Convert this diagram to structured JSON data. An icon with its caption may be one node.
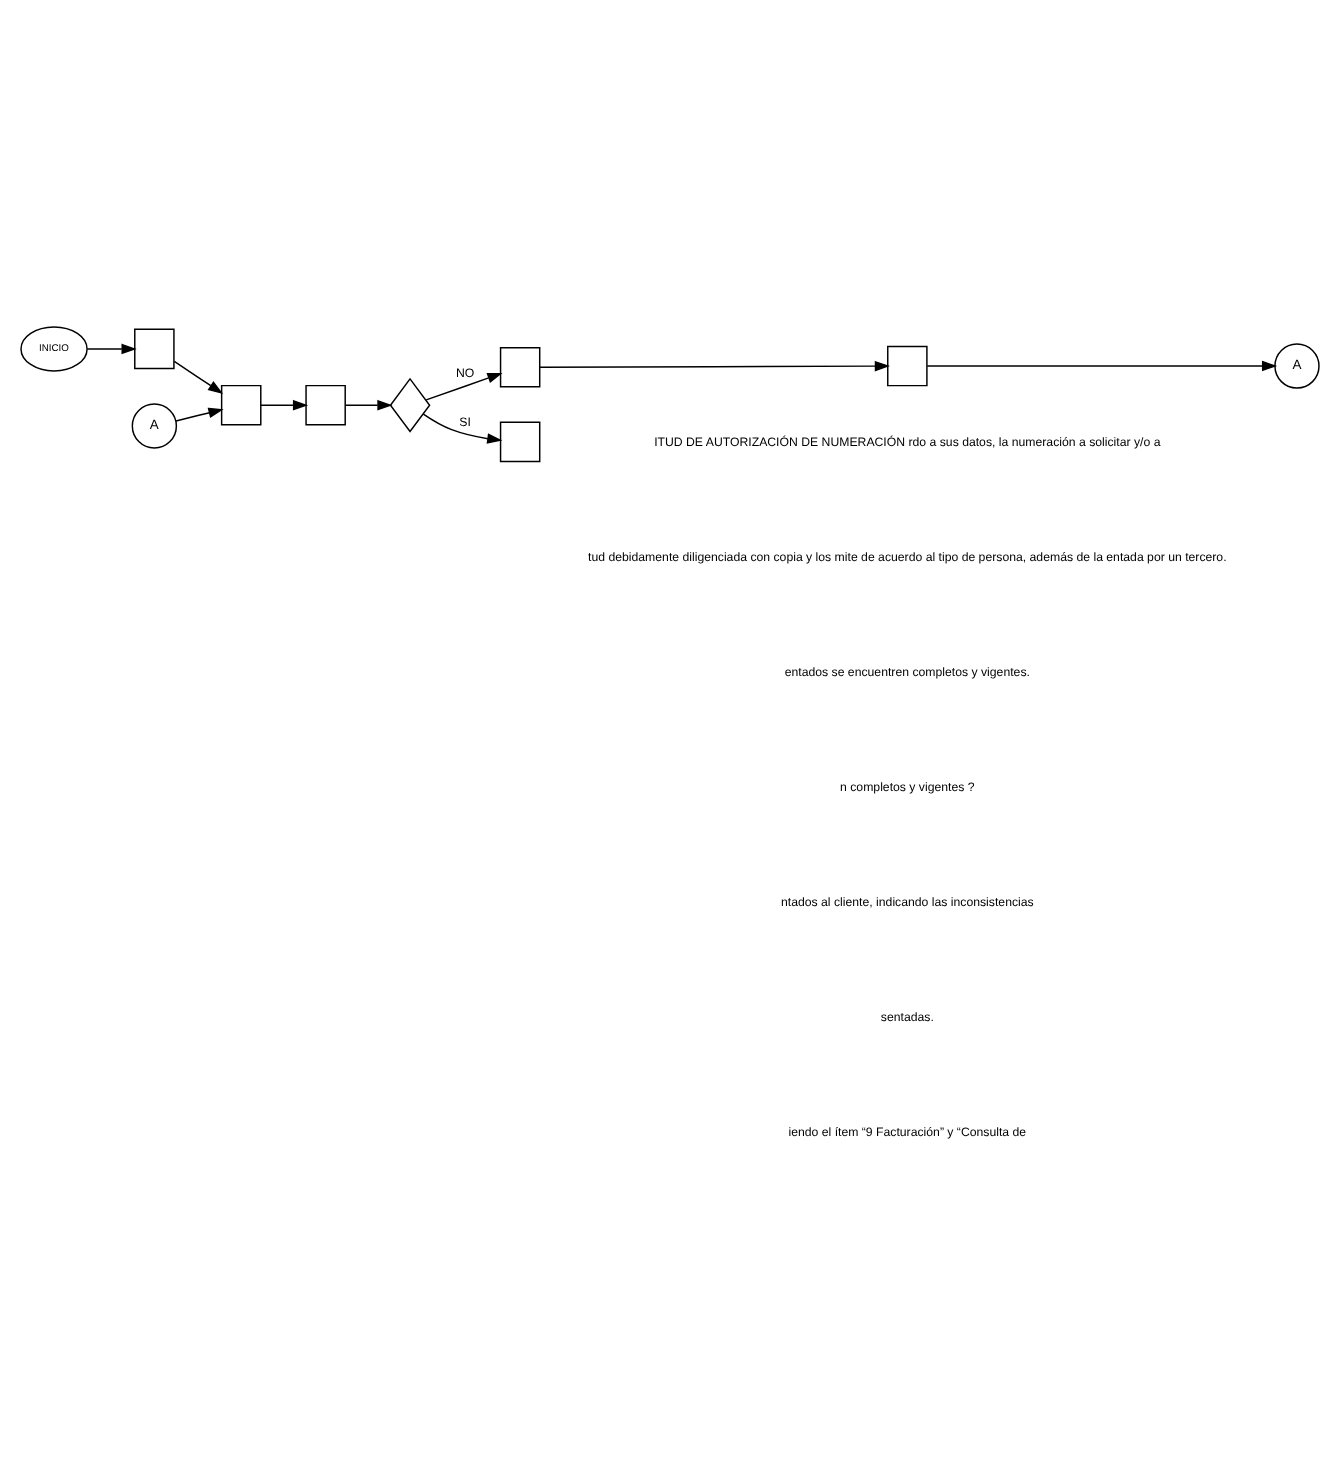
{
  "diagram": {
    "nodes": [
      {
        "text": [
          "INICIO"
        ]
      },
      {
        "text": [],
        "shape": "box"
      },
      {
        "text": [
          "A"
        ]
      },
      {
        "text": [],
        "shape": "box"
      },
      {
        "text": [],
        "shape": "box"
      },
      {
        "text": [],
        "shape": "diamond"
      },
      {
        "text": [],
        "shape": "box"
      },
      {
        "text": [],
        "shape": "box"
      },
      {
        "text": [
          "A"
        ]
      },
      {
        "text": [],
        "shape": "box"
      }
    ],
    "edges": [
      {
        "from": 0,
        "to": 1,
        "arrow": "to"
      },
      {
        "from": 1,
        "to": 3,
        "arrow": "to"
      },
      {
        "from": 2,
        "to": 3,
        "arrow": "to"
      },
      {
        "from": 3,
        "to": 4,
        "arrow": "to"
      },
      {
        "from": 4,
        "to": 5,
        "arrow": "to"
      },
      {
        "from": 5,
        "to": 6,
        "arrow": "to",
        "label": "NO"
      },
      {
        "from": 6,
        "to": 7,
        "arrow": "to"
      },
      {
        "from": 7,
        "to": 8,
        "arrow": "to"
      },
      {
        "from": 5,
        "to": 9,
        "arrow": "to",
        "label": "SI"
      }
    ],
    "labels": [
      "ITUD DE AUTORIZACIÓN DE NUMERACIÓN rdo a sus datos, la numeración a solicitar y/o a",
      "tud debidamente diligenciada con copia y los mite de acuerdo al tipo de persona, además de la entada por un tercero.",
      "entados se encuentren completos y vigentes.",
      "n completos y vigentes ?",
      "ntados al cliente, indicando las inconsistencias",
      "sentadas.",
      "iendo el ítem “9 Facturación” y “Consulta de"
    ]
  }
}
